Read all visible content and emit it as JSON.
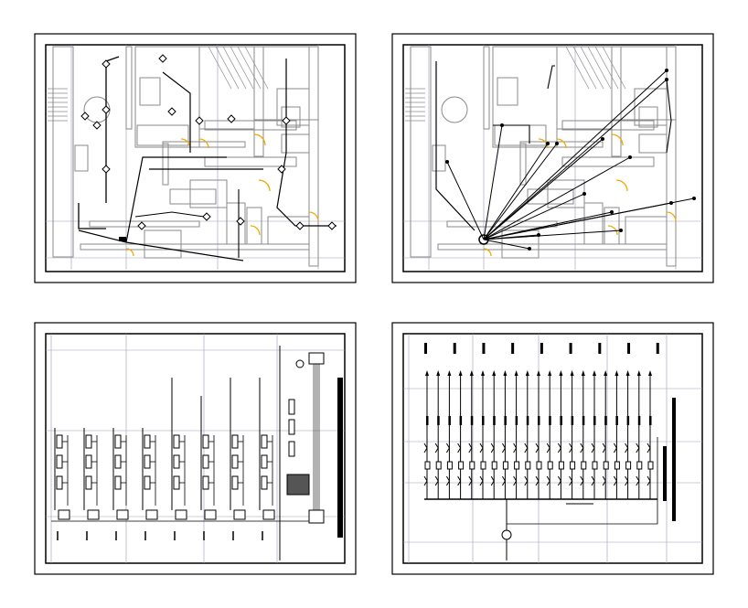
{
  "colors": {
    "frame": "#000000",
    "wall": "#8a8a8a",
    "grid": "#9a9ab8",
    "circuit": "#000000",
    "door": "#f0a800",
    "fill": "#222222"
  },
  "sheets": [
    {
      "id": "lighting-plan",
      "kind": "floor-plan-lighting"
    },
    {
      "id": "power-plan",
      "kind": "floor-plan-radial"
    },
    {
      "id": "riser-diagram",
      "kind": "riser",
      "unit_columns": 8
    },
    {
      "id": "panel-schedule",
      "kind": "single-line",
      "breakers": 21
    }
  ]
}
